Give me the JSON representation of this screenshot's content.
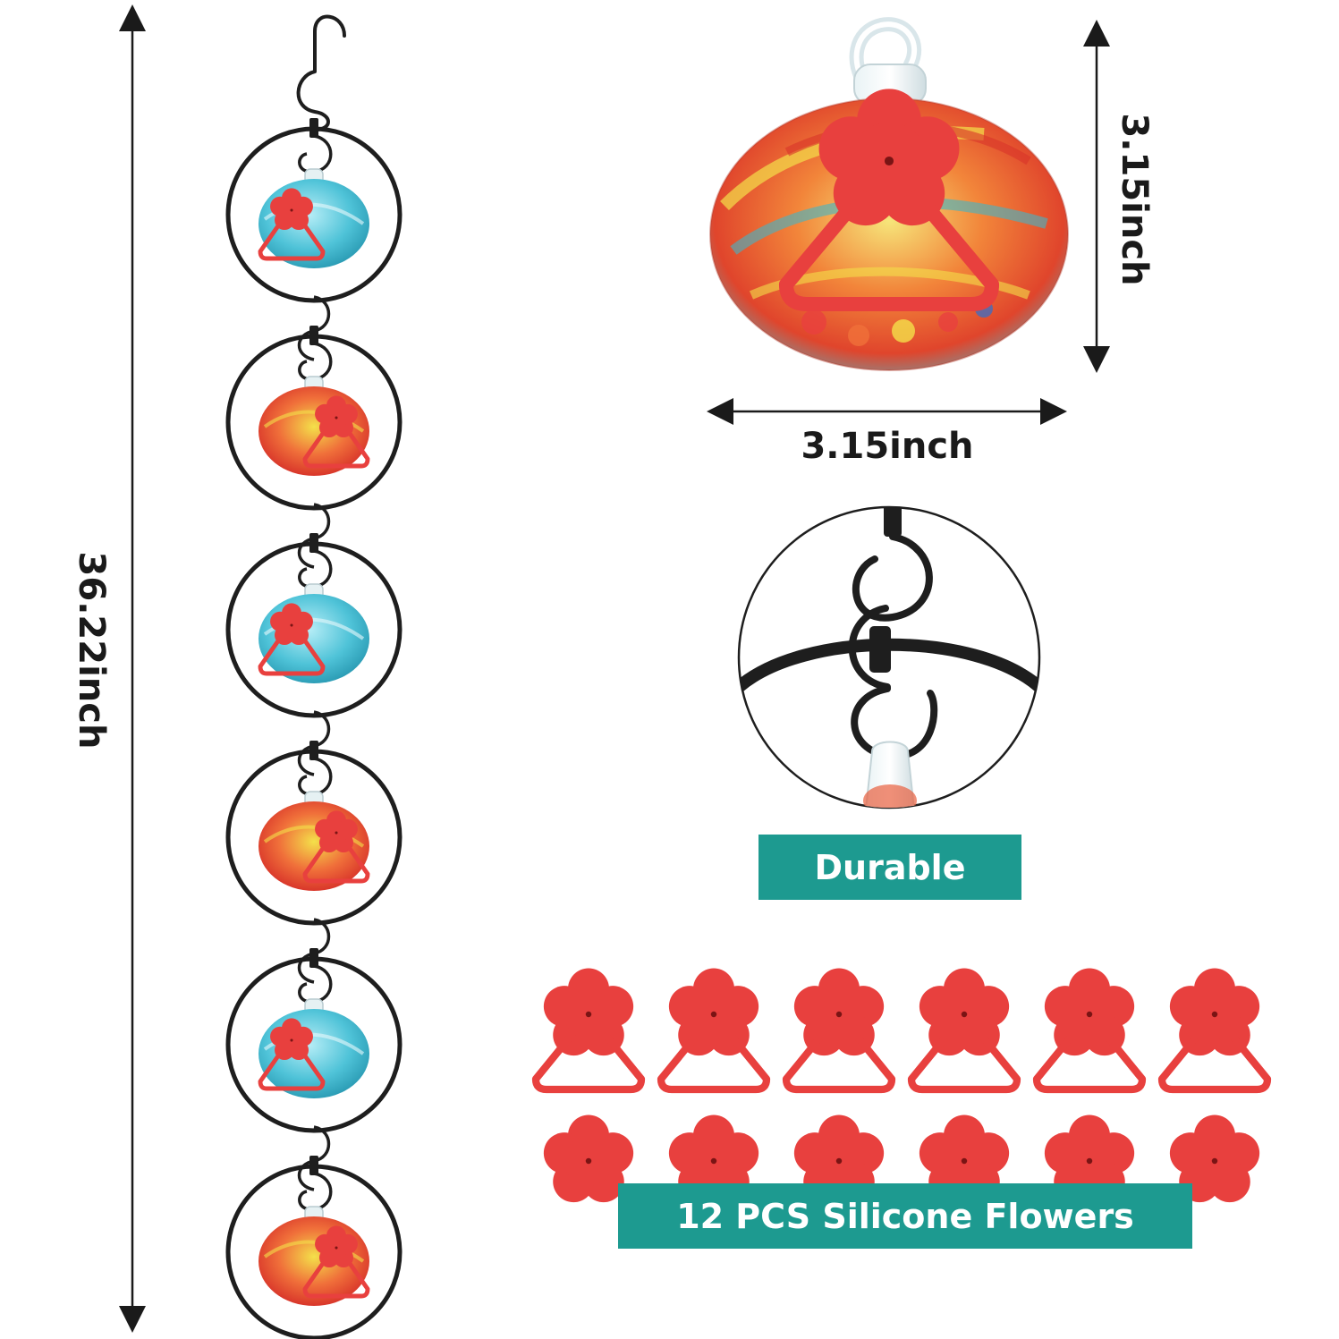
{
  "dimensions": {
    "total_height": "36.22inch",
    "bulb_height": "3.15inch",
    "bulb_width": "3.15inch"
  },
  "labels": {
    "durable": "Durable",
    "flowers": "12 PCS Silicone Flowers"
  },
  "colors": {
    "badge_teal": "#1d9a90",
    "feeder_red": "#e8403e",
    "metal_black": "#1e1e1e",
    "glass_blue": "#4fc3d8",
    "glass_orange": "#f0703a",
    "glass_yellow": "#f4e04a"
  },
  "feeder_chain": [
    {
      "glass": "blue"
    },
    {
      "glass": "multicolor"
    },
    {
      "glass": "blue"
    },
    {
      "glass": "multicolor"
    },
    {
      "glass": "blue"
    },
    {
      "glass": "multicolor"
    }
  ],
  "flowers_with_perch_count": 6,
  "flowers_plain_count": 6
}
